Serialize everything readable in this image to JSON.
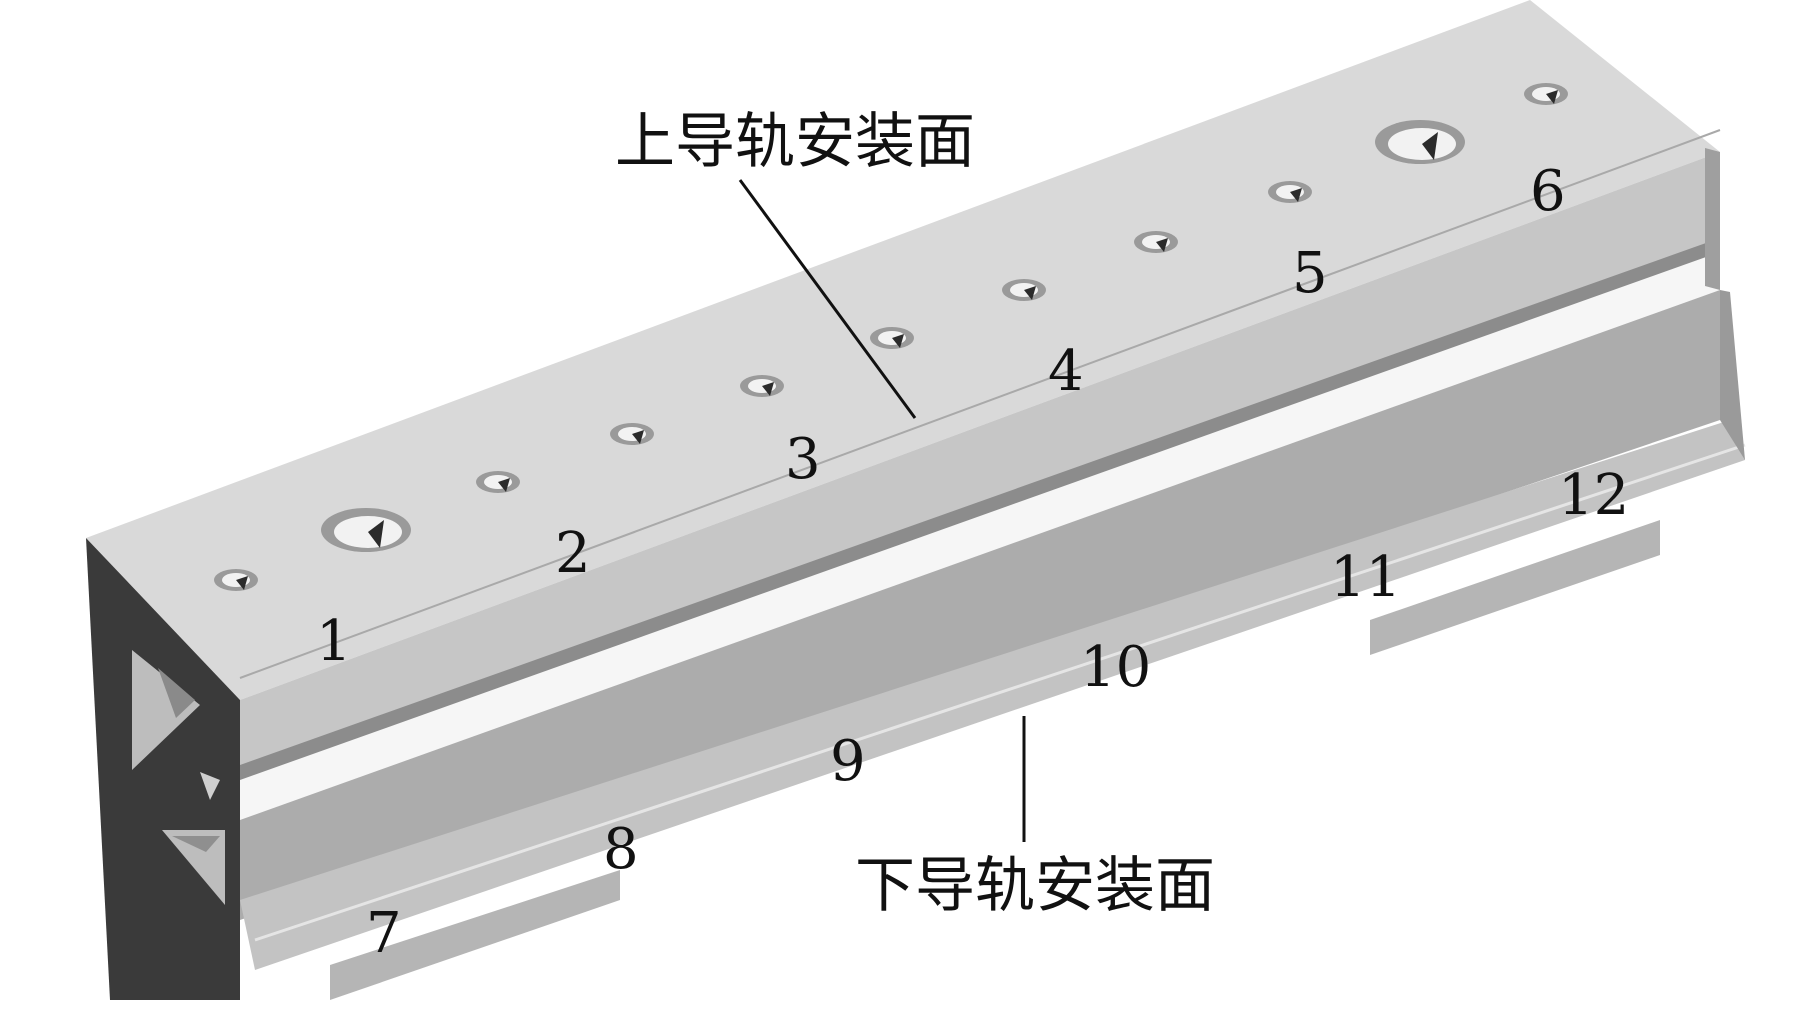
{
  "diagram": {
    "upper_label": "上导轨安装面",
    "lower_label": "下导轨安装面",
    "upper_points": [
      "1",
      "2",
      "3",
      "4",
      "5",
      "6"
    ],
    "lower_points": [
      "7",
      "8",
      "9",
      "10",
      "11",
      "12"
    ]
  },
  "colors": {
    "top_face": "#d8d8d8",
    "side_face": "#c4c4c4",
    "lower_face": "#ababab",
    "groove_highlight": "#f7f7f7",
    "end_face": "#3a3a3a",
    "line": "#111111"
  }
}
